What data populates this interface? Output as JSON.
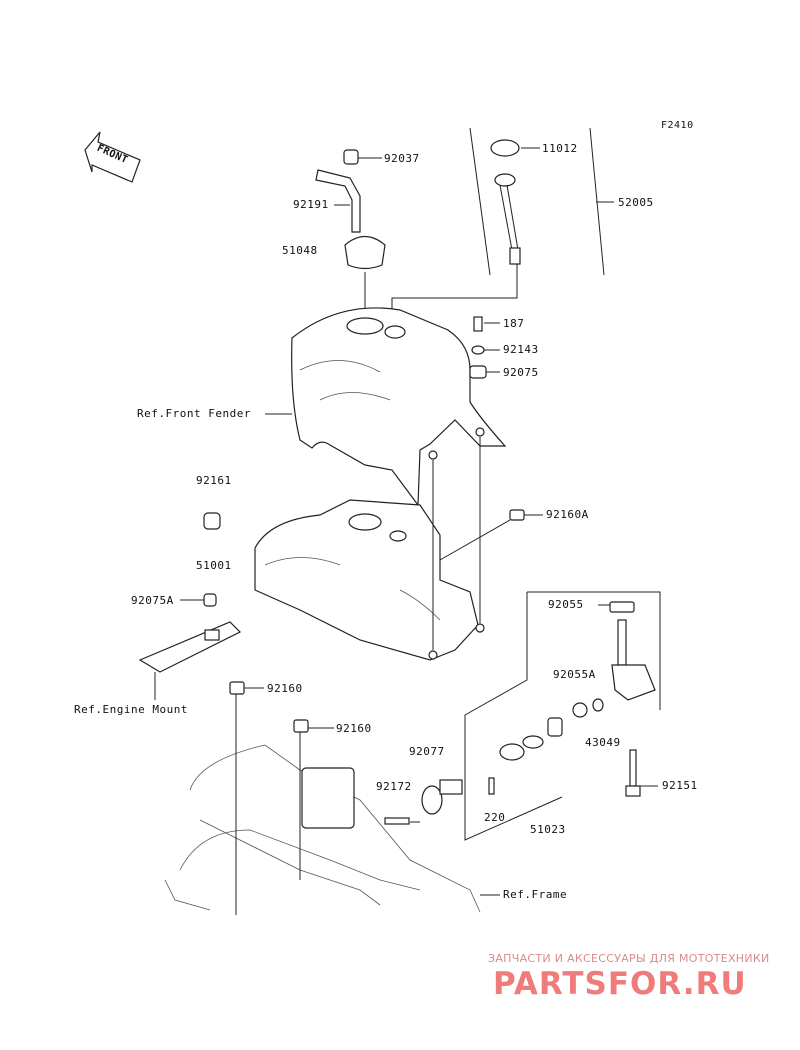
{
  "figure_code": "F2410",
  "front_label": "FRONT",
  "part_numbers": {
    "p92037": "92037",
    "p92191": "92191",
    "p51048": "51048",
    "p11012": "11012",
    "p52005": "52005",
    "p187": "187",
    "p92143": "92143",
    "p92075": "92075",
    "p92161": "92161",
    "p51001": "51001",
    "p92160A": "92160A",
    "p92075A": "92075A",
    "p92160a": "92160",
    "p92160b": "92160",
    "p92055": "92055",
    "p92055A": "92055A",
    "p43049": "43049",
    "p92077": "92077",
    "p92172": "92172",
    "p220": "220",
    "p51023": "51023",
    "p92151": "92151"
  },
  "references": {
    "front_fender": "Ref.Front Fender",
    "engine_mount": "Ref.Engine Mount",
    "frame": "Ref.Frame"
  },
  "watermark": {
    "tagline": "ЗАПЧАСТИ И АКСЕССУАРЫ ДЛЯ МОТОТЕХНИКИ",
    "logo": "PARTSFOR.RU"
  }
}
